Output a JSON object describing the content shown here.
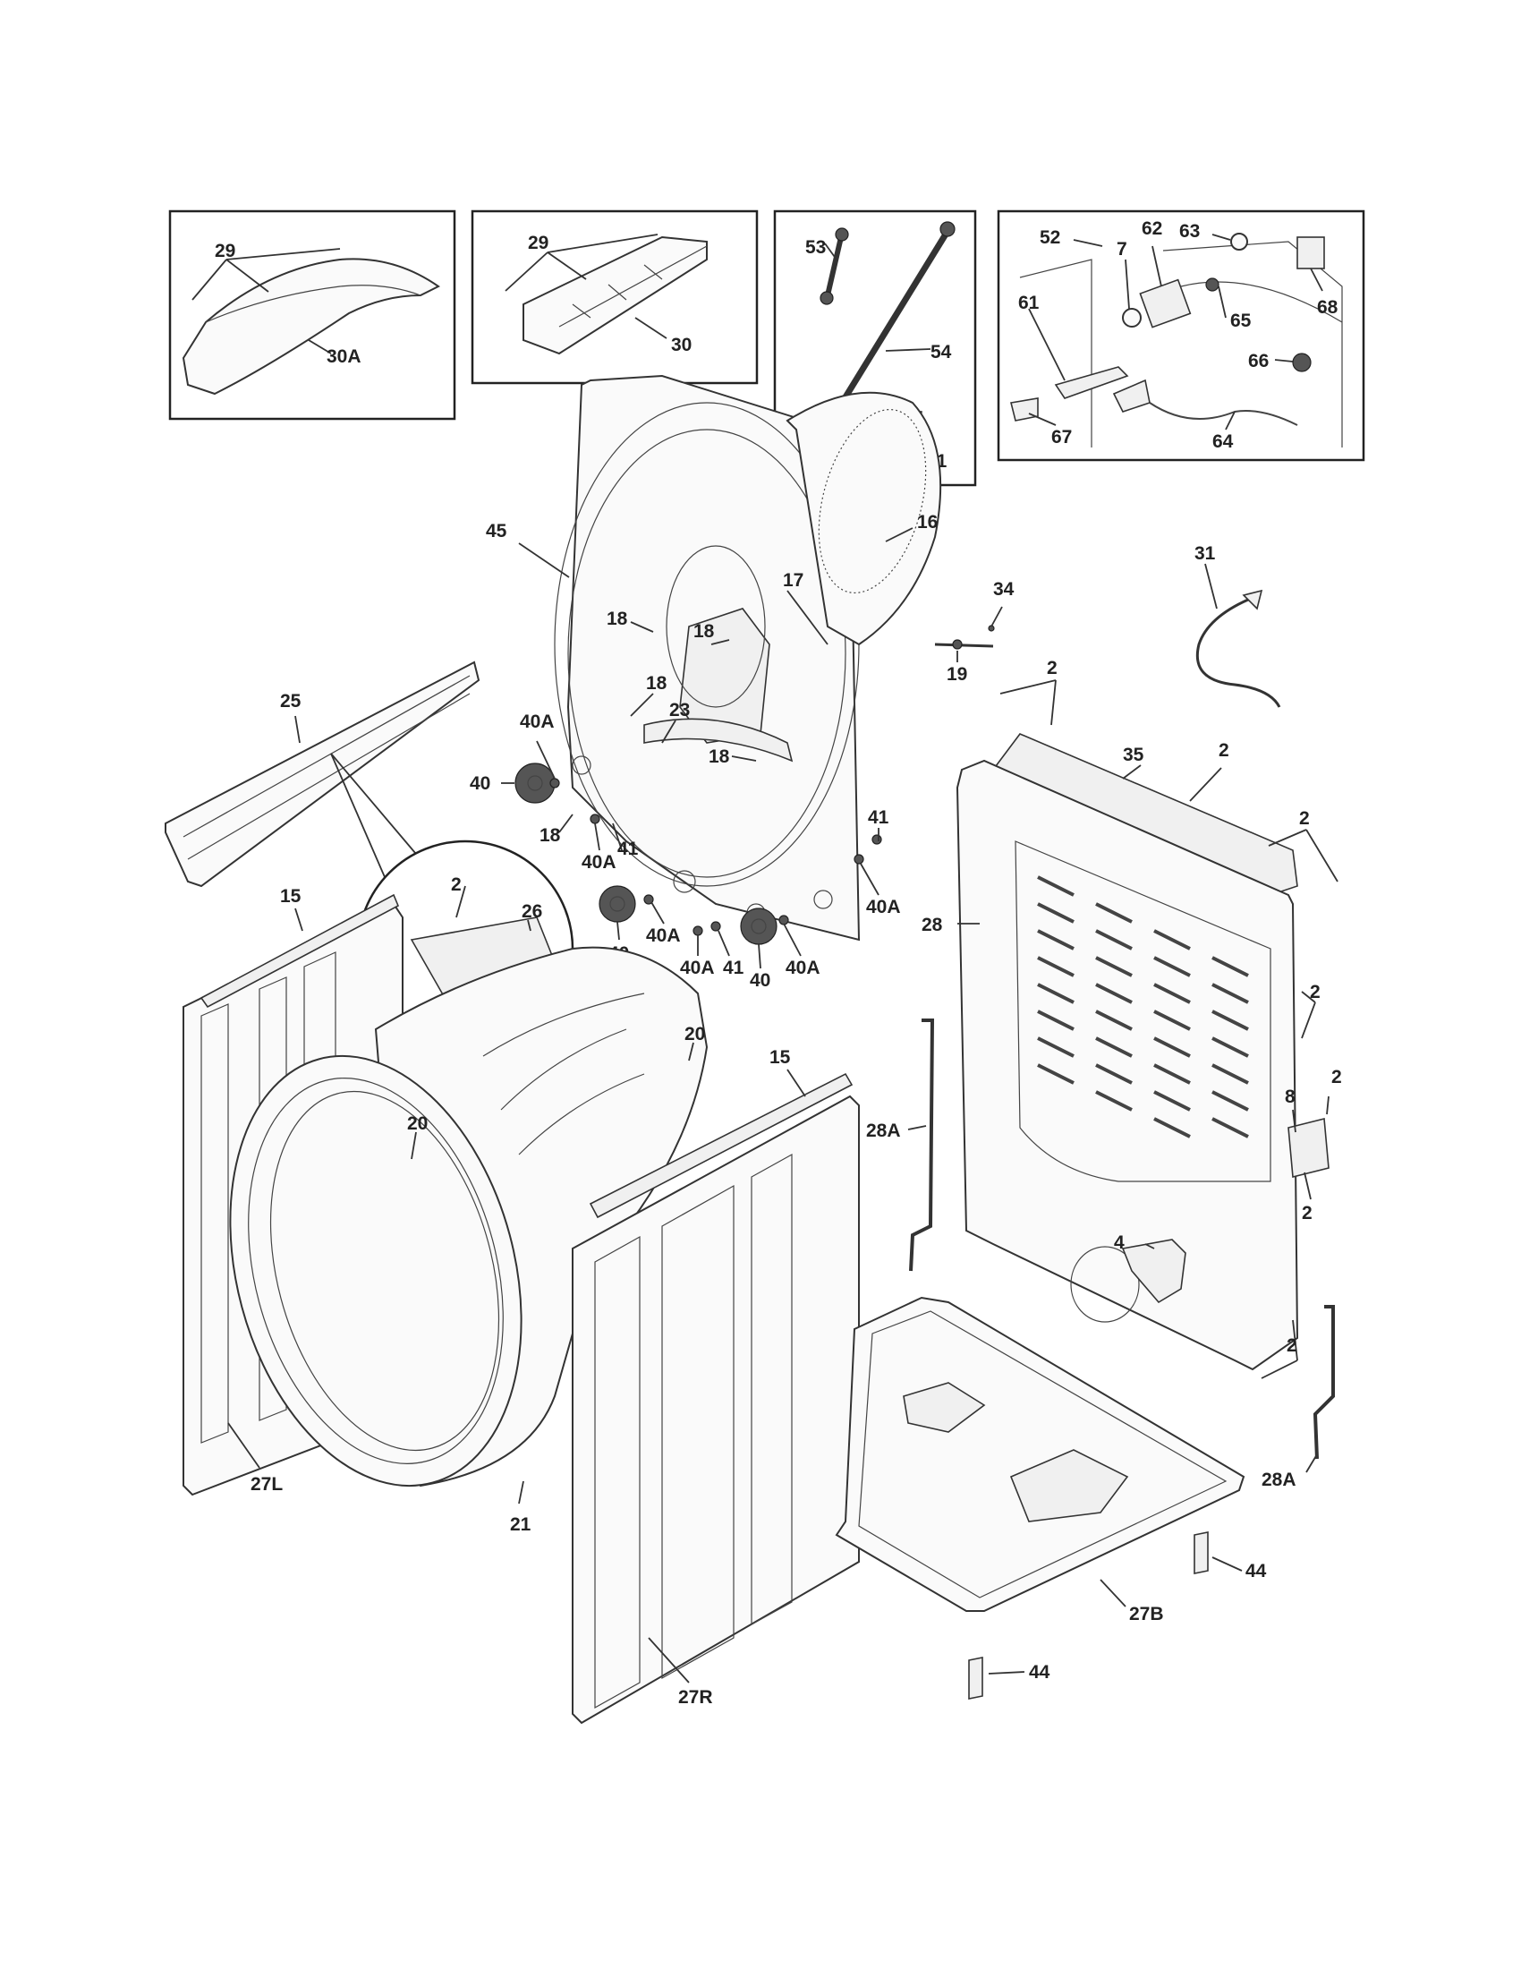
{
  "labels": {
    "l29a": "29",
    "l30A": "30A",
    "l29b": "29",
    "l30": "30",
    "l53": "53",
    "l54": "54",
    "l51": "51",
    "l52": "52",
    "l62": "62",
    "l63": "63",
    "l7": "7",
    "l68": "68",
    "l61": "61",
    "l65": "65",
    "l66": "66",
    "l67": "67",
    "l64": "64",
    "l45": "45",
    "l16": "16",
    "l17": "17",
    "l18a": "18",
    "l18b": "18",
    "l18c": "18",
    "l18d": "18",
    "l18e": "18",
    "l23": "23",
    "l34": "34",
    "l19": "19",
    "l31": "31",
    "l25": "25",
    "l40Aa": "40A",
    "l40a": "40",
    "l40Ab": "40A",
    "l41a": "41",
    "l40b": "40",
    "l40Ac": "40A",
    "l40Ad": "40A",
    "l41b": "41",
    "l40c": "40",
    "l40Ae": "40A",
    "l41c": "41",
    "l40Af": "40A",
    "l2a": "2",
    "l26": "26",
    "l15a": "15",
    "l15b": "15",
    "l20a": "20",
    "l20b": "20",
    "l27L": "27L",
    "l21": "21",
    "l27R": "27R",
    "l2b": "2",
    "l35": "35",
    "l2c": "2",
    "l2d": "2",
    "l28": "28",
    "l2e": "2",
    "l8": "8",
    "l2f": "2",
    "l2g": "2",
    "l28Aa": "28A",
    "l4": "4",
    "l2h": "2",
    "l28Ab": "28A",
    "l44a": "44",
    "l27B": "27B",
    "l44b": "44"
  }
}
